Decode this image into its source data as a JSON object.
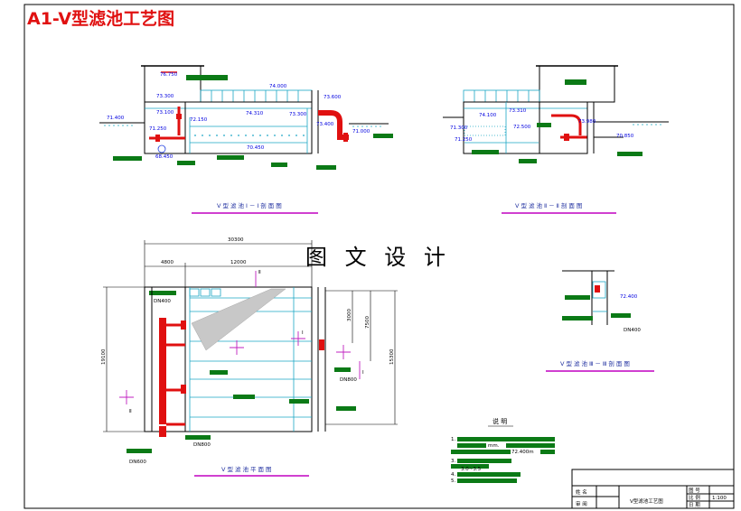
{
  "title": "A1-V型滤池工艺图",
  "watermark": "图 文 设 计",
  "section_1": {
    "title": "V型滤池Ⅰ－Ⅰ剖面图",
    "labels": [
      "76.750",
      "73.300",
      "74.000",
      "73.600",
      "71.400",
      "73.100",
      "72.150",
      "74.310",
      "73.300",
      "73.400",
      "71.000",
      "71.250",
      "70.450",
      "68.450"
    ]
  },
  "section_2": {
    "title": "V型滤池Ⅱ－Ⅱ剖面图",
    "labels": [
      "73.310",
      "74.100",
      "73.980",
      "71.300",
      "71.250",
      "72.500",
      "70.850"
    ]
  },
  "section_3": {
    "title": "V型滤池Ⅲ－Ⅲ剖面图",
    "labels": [
      "72.400",
      "DN400"
    ]
  },
  "plan": {
    "title": "V型滤池平面图",
    "labels": [
      "30300",
      "4800",
      "12000",
      "DN400",
      "3000",
      "7500",
      "19100",
      "15300",
      "DN800",
      "DN800",
      "DN600"
    ],
    "markers": [
      "Ⅱ",
      "Ⅰ",
      "Ⅱ",
      "Ⅰ"
    ]
  },
  "notes": {
    "title": "说 明",
    "items": [
      "1.",
      "mm.",
      "72.400m",
      "3.",
      "3.0~3.5",
      "4.",
      "5."
    ]
  },
  "title_block": {
    "name_label": "姓 名",
    "review_label": "审 阅",
    "drawing_name": "V型滤池工艺图",
    "number_label": "图 号",
    "scale_label": "比 例",
    "date_label": "日 期",
    "scale_value": "1:100"
  },
  "colors": {
    "title": "#e01010",
    "pipe": "#e01010",
    "detail_line": "#1aa6c4",
    "elevation_text": "#0000e0",
    "label_bar": "#0b7a16",
    "section_underline": "#d040d0"
  }
}
